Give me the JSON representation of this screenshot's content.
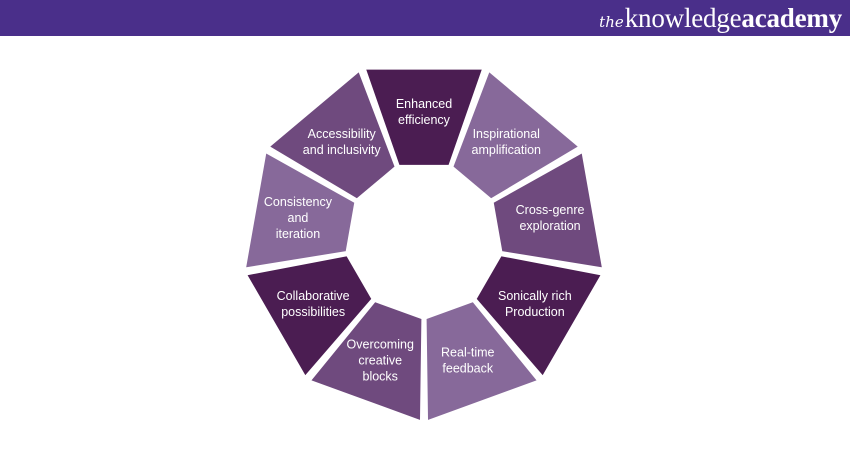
{
  "brand": {
    "prefix": "the",
    "name_light": "knowledge",
    "name_bold": "academy",
    "bar_color": "#4a2f8a"
  },
  "diagram": {
    "segments": [
      {
        "lines": [
          "Enhanced",
          "efficiency"
        ],
        "color": "#4b1d52"
      },
      {
        "lines": [
          "Inspirational",
          "amplification"
        ],
        "color": "#87699a"
      },
      {
        "lines": [
          "Cross-genre",
          "exploration"
        ],
        "color": "#6f4a7e"
      },
      {
        "lines": [
          "Sonically rich",
          "Production"
        ],
        "color": "#4b1d52"
      },
      {
        "lines": [
          "Real-time",
          "feedback"
        ],
        "color": "#87699a"
      },
      {
        "lines": [
          "Overcoming",
          "creative",
          "blocks"
        ],
        "color": "#6f4a7e"
      },
      {
        "lines": [
          "Collaborative",
          "possibilities"
        ],
        "color": "#4b1d52"
      },
      {
        "lines": [
          "Consistency",
          "and",
          "iteration"
        ],
        "color": "#87699a"
      },
      {
        "lines": [
          "Accessibility",
          "and inclusivity"
        ],
        "color": "#6f4a7e"
      }
    ]
  }
}
